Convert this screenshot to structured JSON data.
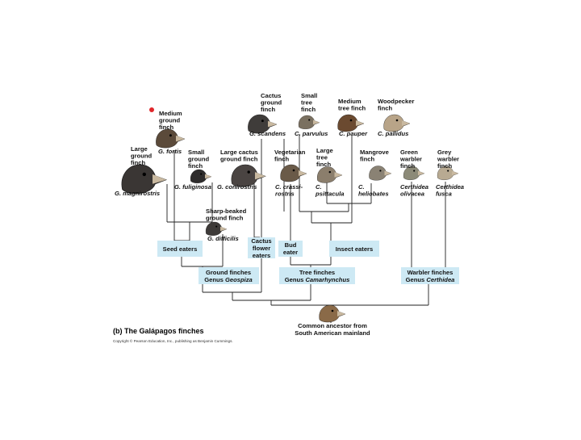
{
  "title": "(b) The Galápagos finches",
  "copyright": "Copyright © Pearson Education, Inc., publishing as Benjamin Cummings.",
  "ancestor": [
    "Common ancestor from",
    "South American mainland"
  ],
  "finches": [
    {
      "id": "medium-ground",
      "common": [
        "Medium",
        "ground",
        "finch"
      ],
      "sci": [
        "G. fortis"
      ],
      "color": "#5b4a3a"
    },
    {
      "id": "large-ground",
      "common": [
        "Large",
        "ground",
        "finch"
      ],
      "sci": [
        "G. magnirostris"
      ],
      "color": "#3a3634"
    },
    {
      "id": "small-ground",
      "common": [
        "Small",
        "ground",
        "finch"
      ],
      "sci": [
        "G. fuliginosa"
      ],
      "color": "#2e2c2c"
    },
    {
      "id": "sharp-beaked",
      "common": [
        "Sharp-beaked",
        "ground finch"
      ],
      "sci": [
        "G. difficilis"
      ],
      "color": "#3d3a38"
    },
    {
      "id": "large-cactus",
      "common": [
        "Large cactus",
        "ground finch"
      ],
      "sci": [
        "G. conirostris"
      ],
      "color": "#4a4442"
    },
    {
      "id": "cactus-ground",
      "common": [
        "Cactus",
        "ground",
        "finch"
      ],
      "sci": [
        "G. scandens"
      ],
      "color": "#3f3c3a"
    },
    {
      "id": "vegetarian",
      "common": [
        "Vegetarian",
        "finch"
      ],
      "sci": [
        "C. crassi-",
        "rostris"
      ],
      "color": "#6a5a48"
    },
    {
      "id": "small-tree",
      "common": [
        "Small",
        "tree",
        "finch"
      ],
      "sci": [
        "C. parvulus"
      ],
      "color": "#7a7060"
    },
    {
      "id": "large-tree",
      "common": [
        "Large",
        "tree",
        "finch"
      ],
      "sci": [
        "C.",
        "psittacula"
      ],
      "color": "#8b7e6c"
    },
    {
      "id": "medium-tree",
      "common": [
        "Medium",
        "tree finch"
      ],
      "sci": [
        "C. pauper"
      ],
      "color": "#6b4a30"
    },
    {
      "id": "woodpecker",
      "common": [
        "Woodpecker",
        "finch"
      ],
      "sci": [
        "C. pallidus"
      ],
      "color": "#b8a488"
    },
    {
      "id": "mangrove",
      "common": [
        "Mangrove",
        "finch"
      ],
      "sci": [
        "C.",
        "heliobates"
      ],
      "color": "#8a8274"
    },
    {
      "id": "green-warbler",
      "common": [
        "Green",
        "warbler",
        "finch"
      ],
      "sci": [
        "Certhidea",
        "olivacea"
      ],
      "color": "#8c8a78"
    },
    {
      "id": "grey-warbler",
      "common": [
        "Grey",
        "warbler",
        "finch"
      ],
      "sci": [
        "Certhidea",
        "fusca"
      ],
      "color": "#b8aa92"
    }
  ],
  "diet_boxes": [
    {
      "id": "seed-eaters",
      "lines": [
        "Seed eaters"
      ]
    },
    {
      "id": "cactus-flower-eaters",
      "lines": [
        "Cactus",
        "flower",
        "eaters"
      ]
    },
    {
      "id": "bud-eater",
      "lines": [
        "Bud",
        "eater"
      ]
    },
    {
      "id": "insect-eaters",
      "lines": [
        "Insect eaters"
      ]
    }
  ],
  "genus_boxes": [
    {
      "id": "ground-finches",
      "lines": [
        "Ground finches"
      ],
      "genus_prefix": "Genus ",
      "genus": "Geospiza"
    },
    {
      "id": "tree-finches",
      "lines": [
        "Tree finches"
      ],
      "genus_prefix": "Genus ",
      "genus": "Camarhynchus"
    },
    {
      "id": "warbler-finches",
      "lines": [
        "Warbler finches"
      ],
      "genus_prefix": "Genus ",
      "genus": "Certhidea"
    }
  ],
  "colors": {
    "box": "#cde9f4",
    "marker": "#e0262a",
    "ancestor": "#8a6a48"
  }
}
